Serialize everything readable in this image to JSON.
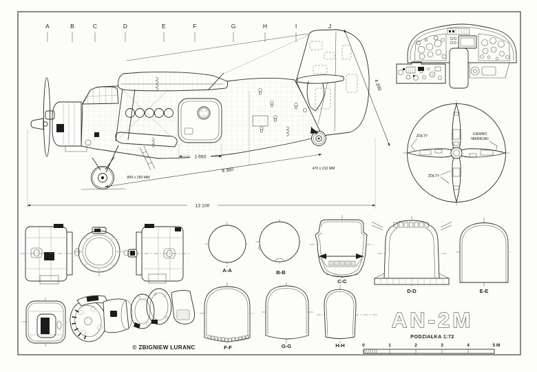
{
  "sheet": {
    "model": "AN-2M",
    "scale_label": "PODZIAŁKA 1:72",
    "copyright": "© ZBIGNIEW LURANC"
  },
  "side_view": {
    "section_letters": [
      "A",
      "B",
      "C",
      "D",
      "E",
      "F",
      "G",
      "H",
      "I",
      "J"
    ],
    "dim_door": "1 650",
    "dim_wheelbase": "8 360",
    "dim_length": "13 100",
    "dim_height": "4 200",
    "main_tire": "800 x 260 MM",
    "tail_tire": "470 x 210 MM"
  },
  "propeller": {
    "label_left": "ŻÓŁTY",
    "label_right_1": "CIEMNO",
    "label_right_2": "NIEBIESKI",
    "label_bottom": "ŻÓŁTY"
  },
  "sections": {
    "aa": "A-A",
    "bb": "B-B",
    "cc": "C-C",
    "dd": "D-D",
    "ee": "E-E",
    "ff": "F-F",
    "gg": "G-G",
    "hh": "H-H"
  },
  "scale_bar": {
    "ticks": [
      "0",
      "1",
      "2",
      "3",
      "4",
      "5 M"
    ]
  }
}
